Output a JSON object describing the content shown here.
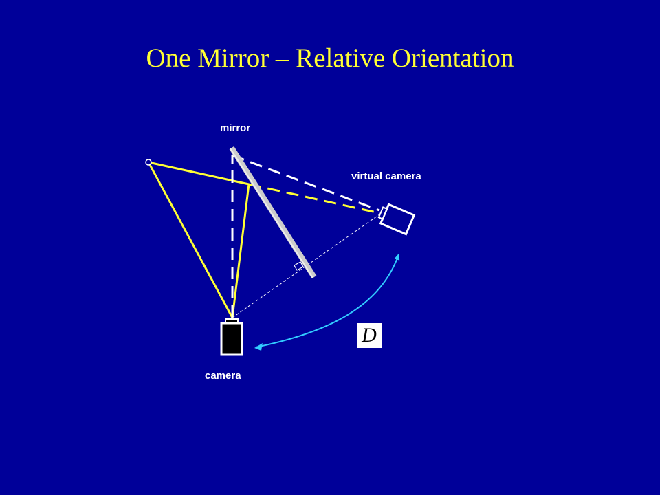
{
  "slide": {
    "title": "One Mirror – Relative Orientation"
  },
  "labels": {
    "mirror": "mirror",
    "virtual_camera": "virtual camera",
    "camera": "camera",
    "transform_symbol": "D"
  },
  "colors": {
    "background": "#000099",
    "title": "#ffff33",
    "ray": "#ffff33",
    "mirror": "#cccccc",
    "sight_line": "#ffffff",
    "transform_arrow": "#33ccff"
  }
}
